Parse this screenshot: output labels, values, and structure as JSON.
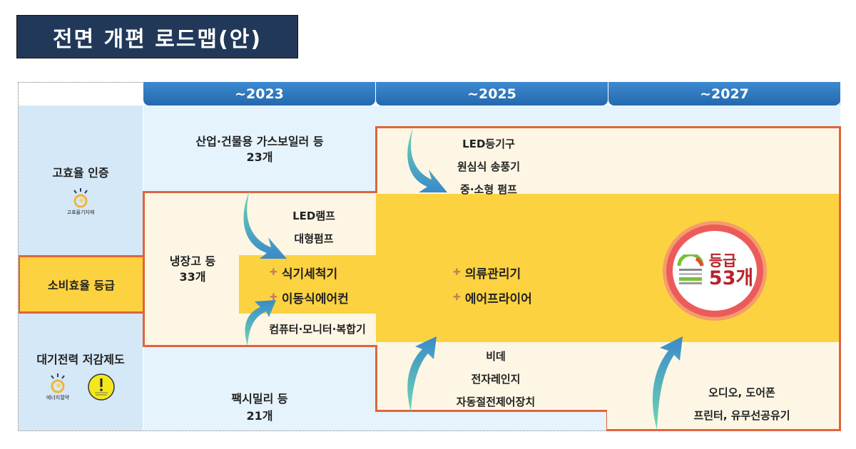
{
  "title": "전면 개편 로드맵(안)",
  "columns": [
    {
      "label": "~2023"
    },
    {
      "label": "~2025"
    },
    {
      "label": "~2027"
    }
  ],
  "rows": {
    "high_efficiency": {
      "label": "고효율 인증",
      "logo_caption": "고효율기자재"
    },
    "consumption_grade": {
      "label": "소비효율 등급"
    },
    "standby_power": {
      "label": "대기전력 저감제도",
      "logo_caption": "에너지절약"
    }
  },
  "cells": {
    "he_2023": {
      "line1": "산업·건물용 가스보일러 등",
      "line2": "23개"
    },
    "he_2025": {
      "items": [
        "LED등기구",
        "원심식 송풍기",
        "중·소형 펌프"
      ]
    },
    "cg_2023": {
      "line1": "냉장고 등",
      "line2": "33개"
    },
    "cg_2023_from_he": {
      "items": [
        "LED램프",
        "대형펌프"
      ]
    },
    "cg_2023_new": {
      "items": [
        "식기세척기",
        "이동식에어컨"
      ]
    },
    "cg_2023_from_sp": {
      "text": "컴퓨터·모니터·복합기"
    },
    "cg_2025_new": {
      "items": [
        "의류관리기",
        "에어프라이어"
      ]
    },
    "cg_2027_badge": {
      "label": "등급",
      "count": "53개"
    },
    "sp_2023": {
      "line1": "팩시밀리 등",
      "line2": "21개"
    },
    "sp_2025": {
      "items": [
        "비데",
        "전자레인지",
        "자동절전제어장치"
      ]
    },
    "sp_2027": {
      "items": [
        "오디오, 도어폰",
        "프린터, 유무선공유기"
      ]
    }
  },
  "colors": {
    "title_bg": "#213859",
    "header_blue": "#2a72b8",
    "yellow": "#fcd240",
    "cream": "#fdf6e4",
    "light_blue": "#e4f3fc",
    "orange_border": "#e0643d",
    "badge_red": "#e84a4a"
  },
  "icons": {
    "plus_bullet": "+",
    "arrow": "curved-arrow"
  }
}
